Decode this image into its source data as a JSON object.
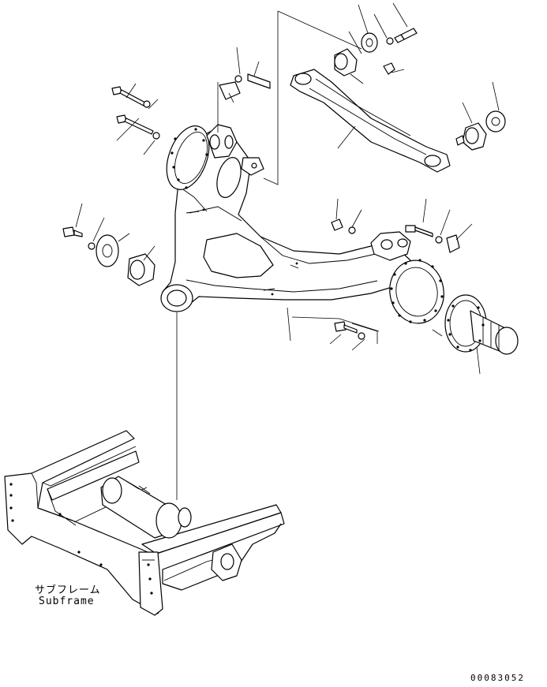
{
  "subframe_label_jp": "サブフレーム",
  "subframe_label_en": "Subframe",
  "drawing_number": "00083052",
  "colors": {
    "line": "#000000",
    "background": "#ffffff"
  }
}
